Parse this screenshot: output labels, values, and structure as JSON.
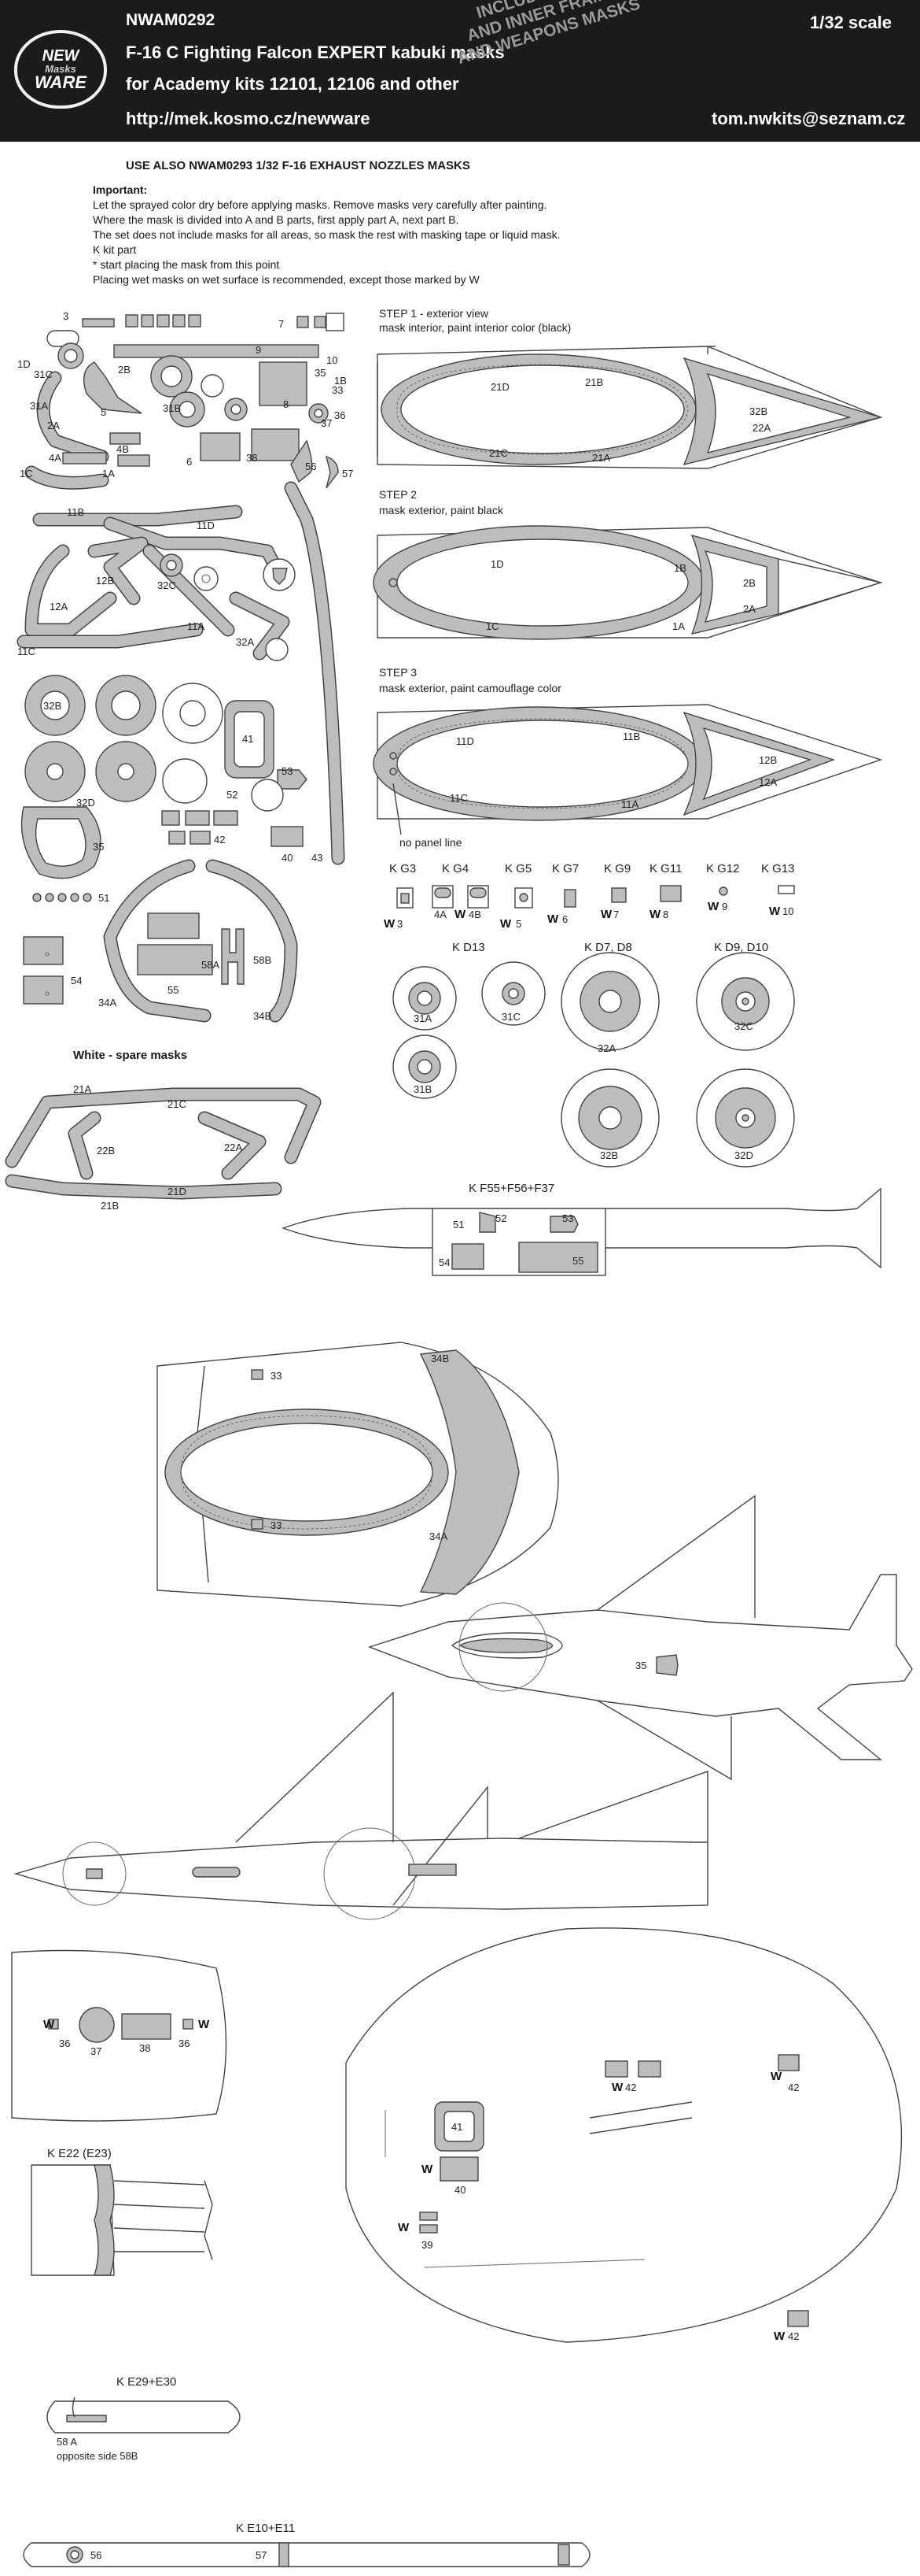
{
  "header": {
    "code": "NWAM0292",
    "title": "F-16 C Fighting Falcon EXPERT kabuki masks",
    "subtitle": "for Academy kits 12101, 12106 and other",
    "url": "http://mek.kosmo.cz/newware",
    "scale": "1/32 scale",
    "email": "tom.nwkits@seznam.cz",
    "banner": [
      "INCLUDES ALSO WINDOW FRAMES",
      "AND INNER FRAMES,SURFACE DETAILS",
      "AND WEAPONS  MASKS"
    ],
    "logo": [
      "NEW",
      "Masks",
      "WARE"
    ]
  },
  "notice": "USE ALSO NWAM0293 1/32 F-16 EXHAUST NOZZLES MASKS",
  "instructions": {
    "heading": "Important:",
    "lines": [
      "Let the sprayed color dry before applying masks. Remove masks very carefully after painting.",
      "Where the mask is divided into A and B parts, first apply part A, next part B.",
      "The set does not include masks for all areas, so mask the rest with masking tape or liquid mask.",
      "K kit part",
      "*  start placing the mask from this point",
      "Placing wet masks on wet surface is recommended, except those marked by W"
    ]
  },
  "steps": [
    {
      "title": "STEP 1 - exterior view",
      "desc": "mask interior, paint interior color (black)",
      "labels": [
        "21D",
        "21B",
        "21C",
        "21A",
        "32B",
        "22A"
      ]
    },
    {
      "title": "STEP 2",
      "desc": "mask exterior, paint black",
      "labels": [
        "1D",
        "1B",
        "1C",
        "1A",
        "2B",
        "2A"
      ]
    },
    {
      "title": "STEP 3",
      "desc": "mask exterior, paint camouflage color",
      "labels": [
        "11D",
        "11B",
        "11C",
        "11A",
        "12B",
        "12A"
      ],
      "note": "no panel line"
    }
  ],
  "sheet_labels": [
    "3",
    "7",
    "9",
    "10",
    "1B",
    "1D",
    "2B",
    "31C",
    "31B",
    "31A",
    "2A",
    "4B",
    "1A",
    "4A",
    "1C",
    "5",
    "6",
    "8",
    "37",
    "38",
    "33",
    "35",
    "36",
    "56",
    "57",
    "11B",
    "11D",
    "12B",
    "32C",
    "12A",
    "11A",
    "32A",
    "11C",
    "32B",
    "41",
    "53",
    "52",
    "32D",
    "42",
    "40",
    "43",
    "35",
    "51",
    "54",
    "34A",
    "55",
    "58A",
    "58B",
    "34B"
  ],
  "spare": {
    "title": "White - spare masks",
    "labels": [
      "21A",
      "21C",
      "22B",
      "22A",
      "21D",
      "21B"
    ]
  },
  "kit_parts": [
    {
      "code": "K G3",
      "part": "3",
      "w": true
    },
    {
      "code": "K G4",
      "part": "4A",
      "part2": "4B",
      "w": true
    },
    {
      "code": "K G5",
      "part": "5",
      "w": true
    },
    {
      "code": "K G7",
      "part": "6",
      "w": true
    },
    {
      "code": "K G9",
      "part": "7",
      "w": true
    },
    {
      "code": "K G11",
      "part": "8",
      "w": true
    },
    {
      "code": "K G12",
      "part": "9",
      "w": true
    },
    {
      "code": "K G13",
      "part": "10",
      "w": true
    }
  ],
  "wheels": [
    {
      "code": "K D13",
      "labels": [
        "31A",
        "31C",
        "31B"
      ]
    },
    {
      "code": "K D7, D8",
      "labels": [
        "32A",
        "32B"
      ]
    },
    {
      "code": "K D9, D10",
      "labels": [
        "32C",
        "32D"
      ]
    }
  ],
  "tank": {
    "code": "K F55+F56+F37",
    "labels": [
      "51",
      "52",
      "53",
      "54",
      "55"
    ]
  },
  "canopy_detail": {
    "labels": [
      "33",
      "34B",
      "33",
      "34A"
    ]
  },
  "aircraft_top": {
    "labels": [
      "35"
    ]
  },
  "panel_left": {
    "labels": [
      "W",
      "36",
      "37",
      "38",
      "36",
      "W"
    ]
  },
  "panel_right": {
    "labels": [
      "W",
      "42",
      "W",
      "42",
      "41",
      "W",
      "40",
      "W",
      "39",
      "W",
      "42"
    ]
  },
  "parts": [
    {
      "code": "K E22 (E23)"
    },
    {
      "code": "K E29+E30",
      "labels": [
        "58 A",
        "opposite side 58B"
      ]
    },
    {
      "code": "K E10+E11",
      "labels": [
        "56",
        "57"
      ]
    }
  ],
  "colors": {
    "header": "#1b1b1b",
    "mask": "#bdbdbd",
    "outline": "#444444",
    "frame": "#d0d0d0"
  }
}
